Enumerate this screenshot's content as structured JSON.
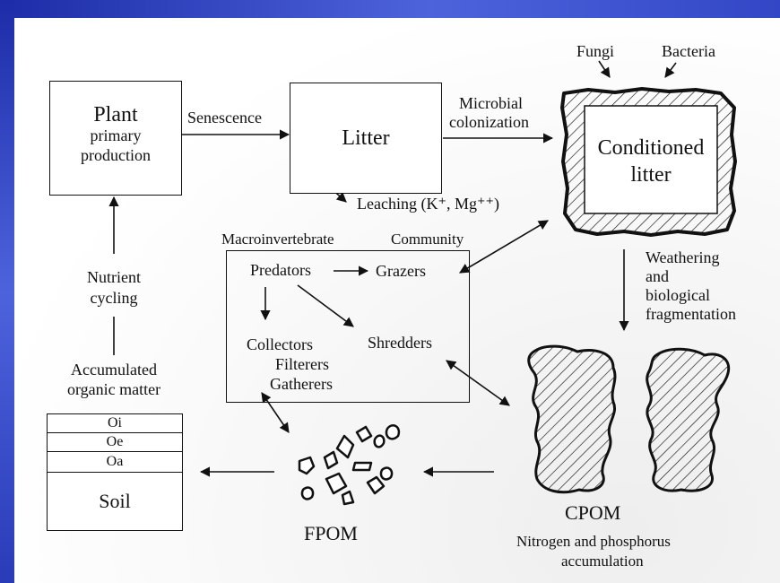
{
  "boxes": {
    "plant_title": "Plant",
    "plant_sub1": "primary",
    "plant_sub2": "production",
    "litter": "Litter",
    "conditioned1": "Conditioned",
    "conditioned2": "litter"
  },
  "arrows": {
    "senescence": "Senescence",
    "microbial1": "Microbial",
    "microbial2": "colonization",
    "leaching": "Leaching (K⁺, Mg⁺⁺)",
    "weathering1": "Weathering",
    "weathering2": "and",
    "weathering3": "biological",
    "weathering4": "fragmentation",
    "nutrient1": "Nutrient",
    "nutrient2": "cycling"
  },
  "decomposers": {
    "fungi": "Fungi",
    "bacteria": "Bacteria"
  },
  "community": {
    "title_left": "Macroinvertebrate",
    "title_right": "Community",
    "predators": "Predators",
    "grazers": "Grazers",
    "collectors": "Collectors",
    "filterers": "Filterers",
    "gatherers": "Gatherers",
    "shredders": "Shredders"
  },
  "soil": {
    "caption1": "Accumulated",
    "caption2": "organic matter",
    "layers": [
      "Oi",
      "Oe",
      "Oa"
    ],
    "base": "Soil"
  },
  "particles": {
    "fpom": "FPOM",
    "cpom": "CPOM",
    "cpom_note1": "Nitrogen and phosphorus",
    "cpom_note2": "accumulation"
  }
}
